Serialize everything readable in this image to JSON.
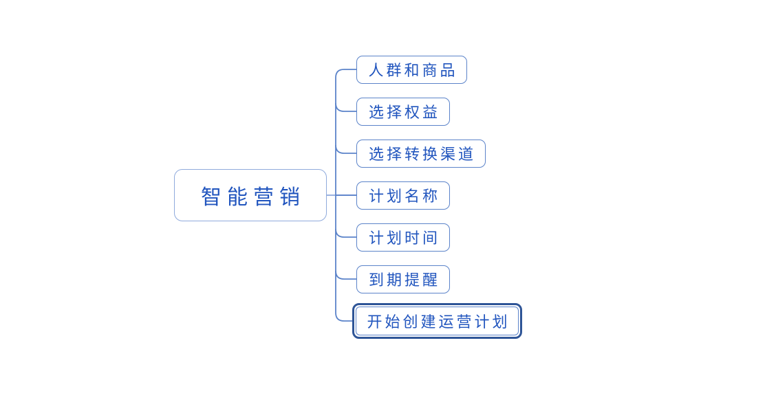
{
  "mindmap": {
    "root": {
      "label": "智能营销"
    },
    "children": [
      {
        "label": "人群和商品",
        "selected": false
      },
      {
        "label": "选择权益",
        "selected": false
      },
      {
        "label": "选择转换渠道",
        "selected": false
      },
      {
        "label": "计划名称",
        "selected": false
      },
      {
        "label": "计划时间",
        "selected": false
      },
      {
        "label": "到期提醒",
        "selected": false
      },
      {
        "label": "开始创建运营计划",
        "selected": true
      }
    ],
    "colors": {
      "background": "#ffffff",
      "root_border": "#8faadc",
      "topic_border": "#5b83c9",
      "connector": "#5b83c9",
      "text": "#2155be",
      "selected_outline": "#2f5597"
    }
  }
}
